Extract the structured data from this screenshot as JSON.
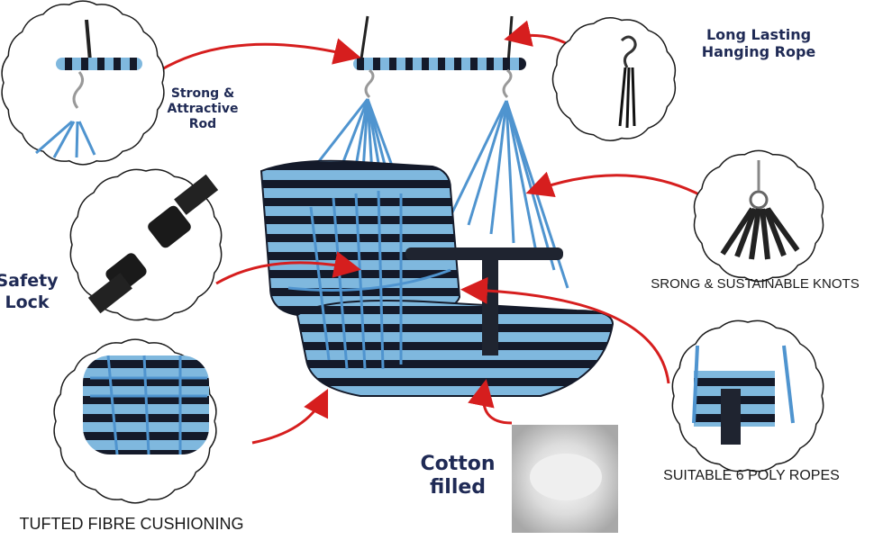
{
  "features": {
    "strong_rod": {
      "line1": "Strong &",
      "line2": "Attractive",
      "line3": "Rod"
    },
    "hanging_rope": {
      "line1": "Long Lasting",
      "line2": "Hanging Rope"
    },
    "safety_lock": {
      "line1": "Safety",
      "line2": "Lock"
    },
    "knots": {
      "text": "SRONG & SUSTAINABLE KNOTS"
    },
    "poly_ropes": {
      "text": "SUITABLE 6 POLY ROPES"
    },
    "cotton": {
      "line1": "Cotton",
      "line2": "filled"
    },
    "cushioning": {
      "text": "TUFTED FIBRE CUSHIONING"
    }
  },
  "colors": {
    "navy_text": "#1f2a55",
    "arrow_red": "#d61e1e",
    "stripe_blue": "#7fb8de",
    "stripe_dark": "#141a2a",
    "rope_blue": "#4f94cf"
  },
  "icons": [
    "scalloped-circle",
    "s-hook-icon",
    "buckle-icon",
    "knot-icon",
    "red-arrow-icon"
  ]
}
